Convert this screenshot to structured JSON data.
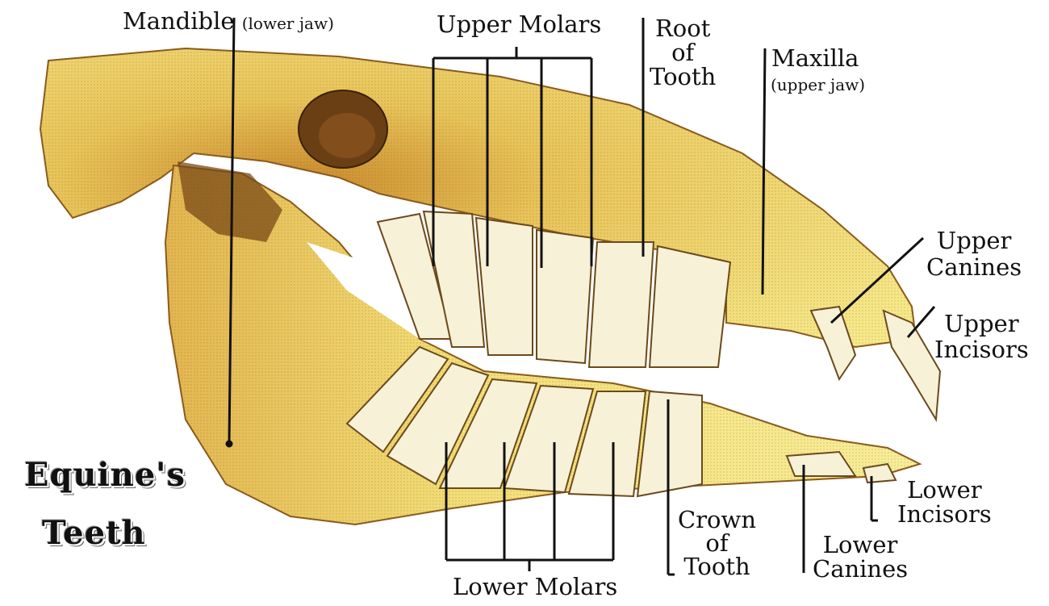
{
  "labels": {
    "mandible": "Mandible",
    "mandible_sub": "(lower jaw)",
    "upper_molars": "Upper Molars",
    "root_of_tooth": [
      "Root",
      "of",
      "Tooth"
    ],
    "maxilla": "Maxilla",
    "maxilla_sub": "(upper jaw)",
    "upper_canines": [
      "Upper",
      "Canines"
    ],
    "upper_incisors": [
      "Upper",
      "Incisors"
    ],
    "lower_incisors": [
      "Lower",
      "Incisors"
    ],
    "lower_canines": [
      "Lower",
      "Canines"
    ],
    "crown_of_tooth": [
      "Crown",
      "of",
      "Tooth"
    ],
    "lower_molars": "Lower Molars"
  },
  "title": [
    "Equine's",
    "Teeth"
  ],
  "colors": {
    "bone": "#f3e27a",
    "bone_shade": "#c9952f",
    "bone_dark": "#6b4a1c",
    "tooth": "#f7f1d8",
    "line": "#111111"
  }
}
